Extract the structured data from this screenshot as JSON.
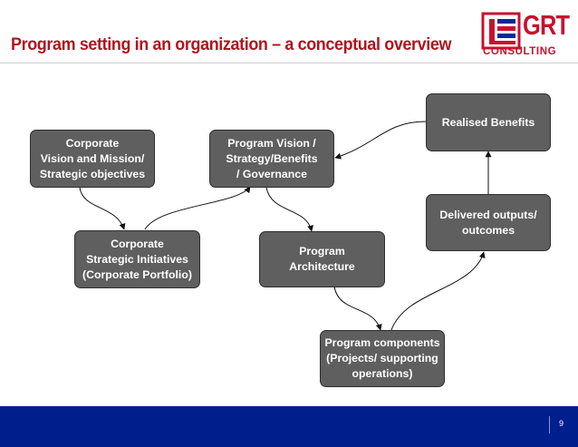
{
  "title": "Program setting in an organization – a conceptual overview",
  "logo": {
    "name": "GRT",
    "subtitle": "CONSULTING",
    "brand_color": "#c8102e",
    "icon": "grt-logo-mark"
  },
  "nodes": {
    "corporate_vision": "Corporate\nVision and Mission/\nStrategic objectives",
    "program_vision": "Program Vision /\nStrategy/Benefits\n/ Governance",
    "realised_benefits": "Realised Benefits",
    "delivered_outputs": "Delivered outputs/\noutcomes",
    "strategic_initiatives": "Corporate\nStrategic Initiatives\n(Corporate Portfolio)",
    "program_architecture": "Program\nArchitecture",
    "program_components": "Program components\n(Projects/ supporting\noperations)"
  },
  "colors": {
    "title": "#b0141e",
    "node_fill": "#5f5f5f",
    "footer": "#001e8c"
  },
  "footer": {
    "page_number": "9"
  }
}
